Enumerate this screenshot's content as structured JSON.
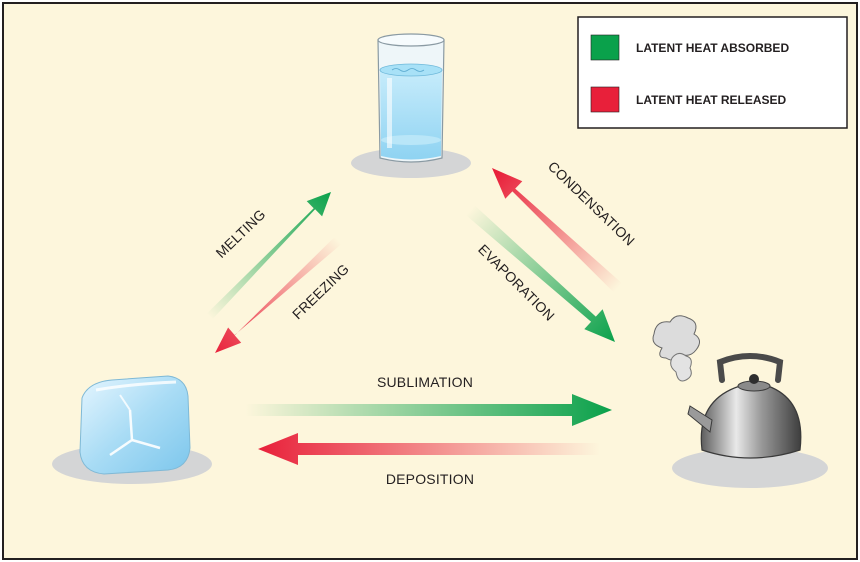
{
  "colors": {
    "background": "#fdf6dc",
    "absorbed": "#0aa14b",
    "released": "#e8203a"
  },
  "legend": {
    "absorbed_label": "LATENT HEAT ABSORBED",
    "released_label": "LATENT HEAT RELEASED"
  },
  "states": {
    "liquid": "water-glass",
    "solid": "ice-cube",
    "gas": "steaming-kettle"
  },
  "processes": {
    "melting": "MELTING",
    "freezing": "FREEZING",
    "evaporation": "EVAPORATION",
    "condensation": "CONDENSATION",
    "sublimation": "SUBLIMATION",
    "deposition": "DEPOSITION"
  }
}
